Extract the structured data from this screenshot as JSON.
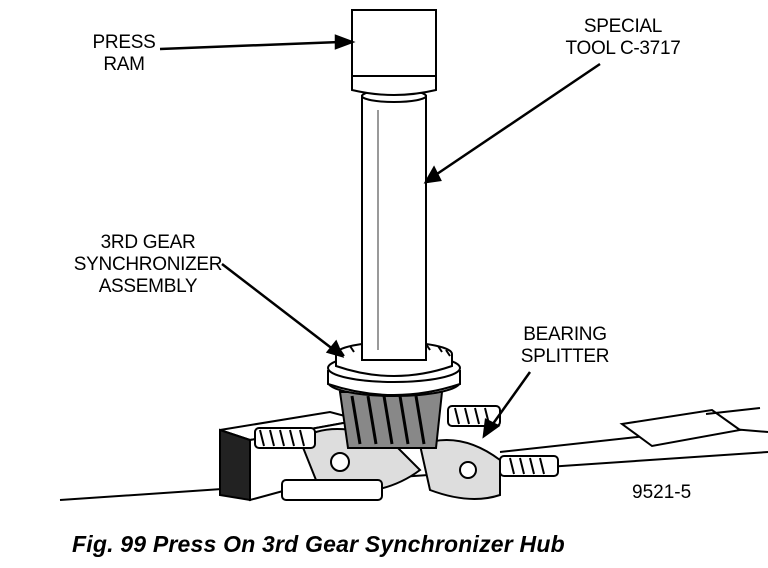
{
  "labels": {
    "press_ram": [
      "PRESS",
      "RAM"
    ],
    "special_tool": [
      "SPECIAL",
      "TOOL C-3717"
    ],
    "synchronizer": [
      "3RD GEAR",
      "SYNCHRONIZER",
      "ASSEMBLY"
    ],
    "bearing_splitter": [
      "BEARING",
      "SPLITTER"
    ]
  },
  "figure_code": "9521-5",
  "caption": "Fig. 99 Press On 3rd Gear Synchronizer Hub"
}
